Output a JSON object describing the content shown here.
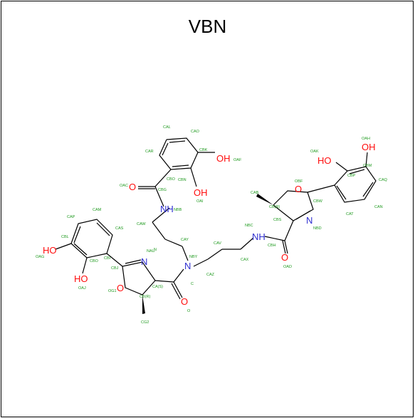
{
  "title": "VBN",
  "atoms": {
    "hetero": {
      "oh_top1": "OH",
      "oh_top2": "OH",
      "o_ring_top": "O",
      "oh_left1": "HO",
      "oh_left2": "HO",
      "o_amide_top": "O",
      "nh_top": "NH",
      "n_ring_left": "N",
      "n_center": "N",
      "o_ring_left": "O",
      "o_amide_left": "O",
      "oh_right1": "HO",
      "oh_right2": "OH",
      "o_ring_right": "O",
      "n_ring_right": "N",
      "nh_right": "NH",
      "o_amide_right": "O"
    },
    "names": [
      "CAL",
      "CAO",
      "CAR",
      "CBK",
      "OAF",
      "CBO",
      "CBN",
      "OAI",
      "OAC",
      "CBG",
      "NBB",
      "CAW",
      "CAY",
      "NBY",
      "CAV",
      "NBC",
      "CAX",
      "CAZ",
      "CBJ",
      "NAU",
      "CAS",
      "CAM",
      "CAP",
      "CBL",
      "OAG",
      "CBO",
      "OAJ",
      "CBI",
      "CA(S)",
      "OG1",
      "CB(R)",
      "CG2",
      "C",
      "O",
      "OAK",
      "OAH",
      "CBP",
      "CBM",
      "CAQ",
      "CAN",
      "CAT",
      "OBF",
      "CAB",
      "CB(R)",
      "CBW",
      "CBS",
      "NBD",
      "CBH",
      "OAD",
      "N"
    ]
  }
}
